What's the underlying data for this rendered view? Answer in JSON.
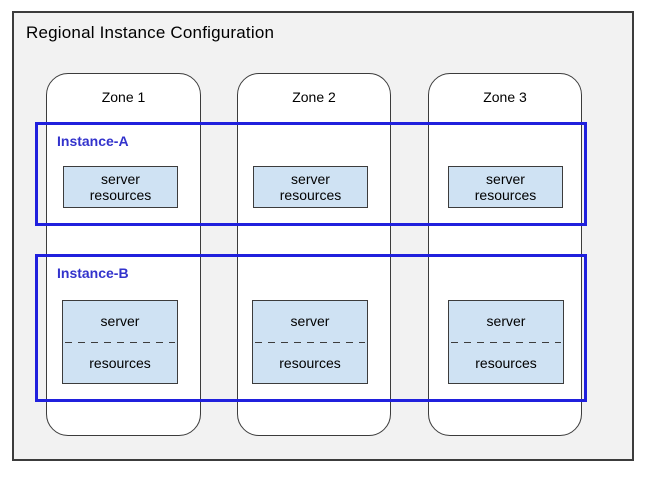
{
  "diagram": {
    "title": "Regional Instance Configuration",
    "zones": [
      {
        "label": "Zone 1"
      },
      {
        "label": "Zone 2"
      },
      {
        "label": "Zone 3"
      }
    ],
    "instances": [
      {
        "label": "Instance-A",
        "spans_zones": [
          "Zone 1",
          "Zone 2",
          "Zone 3"
        ]
      },
      {
        "label": "Instance-B",
        "spans_zones": [
          "Zone 1",
          "Zone 2",
          "Zone 3"
        ]
      }
    ],
    "server_box": {
      "line1": "server",
      "line2": "resources"
    },
    "colors": {
      "instance_border": "#2020dd",
      "instance_label": "#3333cc",
      "server_box_fill": "#cfe2f3",
      "region_fill": "#f2f2f2",
      "outline_dark": "#3c3c3c"
    }
  }
}
